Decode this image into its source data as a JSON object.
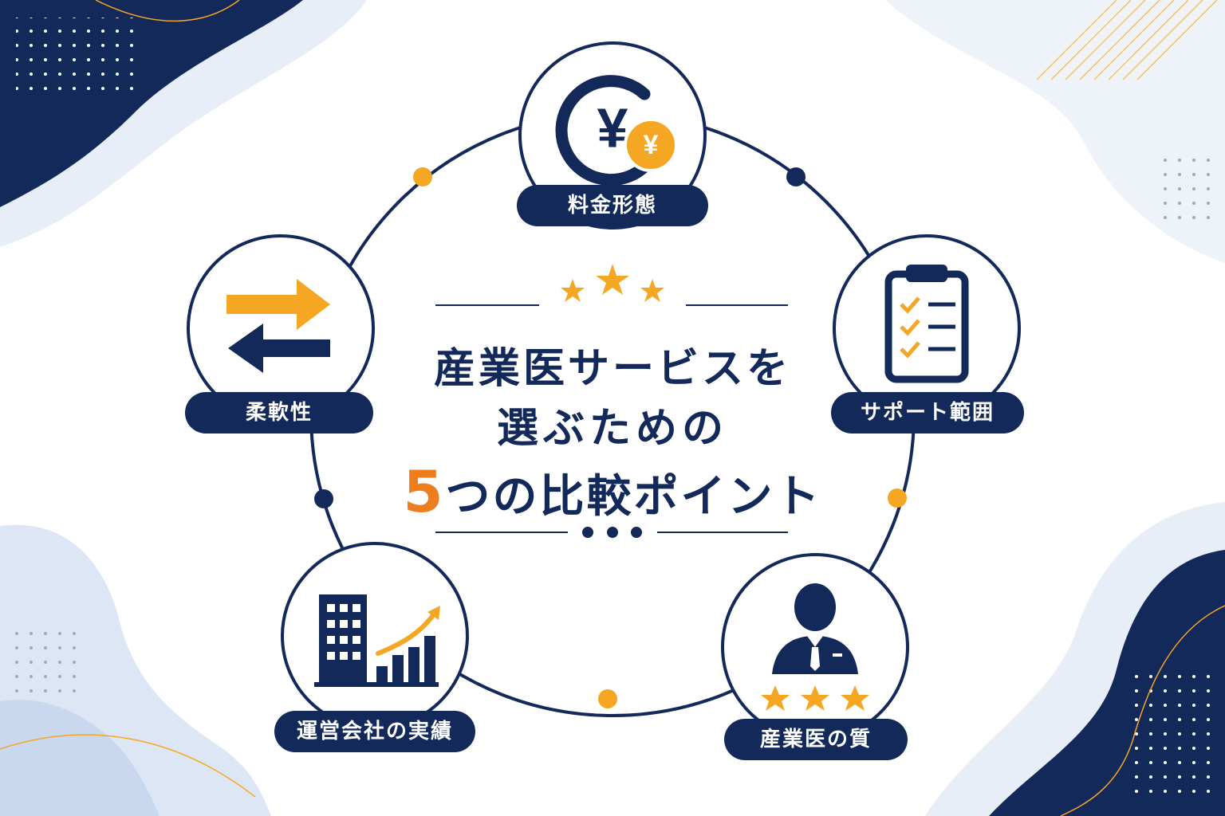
{
  "title": {
    "line1": "産業医サービスを",
    "line2": "選ぶための",
    "number": "5",
    "line3_rest": "つの比較ポイント"
  },
  "points": [
    {
      "label": "料金形態",
      "icon": "yen-coin-icon"
    },
    {
      "label": "サポート範囲",
      "icon": "clipboard-checklist-icon"
    },
    {
      "label": "産業医の質",
      "icon": "doctor-rating-icon"
    },
    {
      "label": "運営会社の実績",
      "icon": "building-growth-chart-icon"
    },
    {
      "label": "柔軟性",
      "icon": "swap-arrows-icon"
    }
  ],
  "colors": {
    "navy": "#12295a",
    "orange": "#ee7d1d",
    "gold": "#f5a623",
    "light_blue": "#e8eef8"
  }
}
